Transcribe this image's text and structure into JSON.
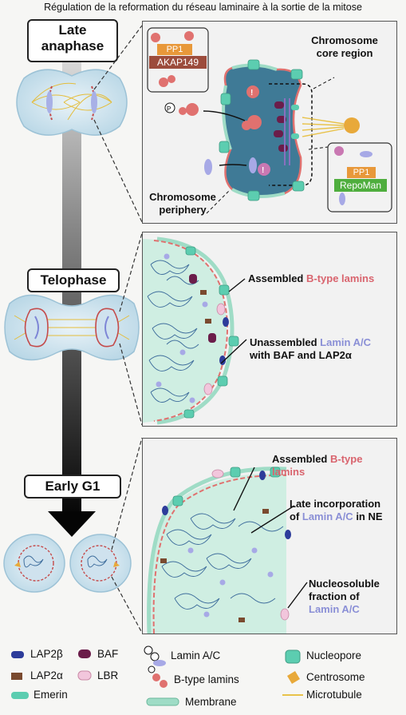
{
  "title": "Régulation de la reformation du réseau laminaire à la sortie de la mitose",
  "stages": {
    "late_anaphase": "Late anaphase",
    "late_anaphase_l1": "Late",
    "late_anaphase_l2": "anaphase",
    "telophase": "Telophase",
    "early_g1": "Early G1"
  },
  "panel1": {
    "pp1_left": "PP1",
    "akap149": "AKAP149",
    "core_region_l1": "Chromosome",
    "core_region_l2": "core region",
    "periphery_l1": "Chromosome",
    "periphery_l2": "periphery",
    "pp1_right": "PP1",
    "repoman": "RepoMan"
  },
  "panel2": {
    "assembled_prefix": "Assembled ",
    "assembled_highlight": "B-type lamins",
    "unassembled_prefix": "Unassembled ",
    "unassembled_highlight": "Lamin A/C",
    "unassembled_l2": "with BAF and LAP2α"
  },
  "panel3": {
    "assembled_prefix": "Assembled ",
    "assembled_highlight_1": "B-type",
    "assembled_highlight_2": "lamins",
    "late_l1": "Late incorporation",
    "late_l2_prefix": "of ",
    "late_l2_highlight": "Lamin A/C",
    "late_l2_suffix": " in NE",
    "nucleo_l1": "Nucleosoluble",
    "nucleo_l2": "fraction of",
    "nucleo_l3": "Lamin A/C"
  },
  "legend": {
    "lap2b": "LAP2β",
    "baf": "BAF",
    "lap2a": "LAP2α",
    "lbr": "LBR",
    "emerin": "Emerin",
    "lamin_ac": "Lamin A/C",
    "btype": "B-type lamins",
    "membrane": "Membrane",
    "nucleopore": "Nucleopore",
    "centrosome": "Centrosome",
    "microtubule": "Microtubule"
  },
  "colors": {
    "lap2b": "#2d3c9a",
    "baf": "#6b1d4a",
    "lap2a": "#7a4a2f",
    "lbr": "#f2c6dc",
    "emerin": "#5ccdb0",
    "lamin_ac": "#a7a9e6",
    "btype": "#e0716f",
    "membrane": "#9fdcc6",
    "nucleus": "#3f7a96",
    "pp1": "#e8983a",
    "akap": "#9c4c3c",
    "repoman": "#4fae3e",
    "centrosome": "#e8a93a",
    "microtubule": "#e8c24a"
  }
}
